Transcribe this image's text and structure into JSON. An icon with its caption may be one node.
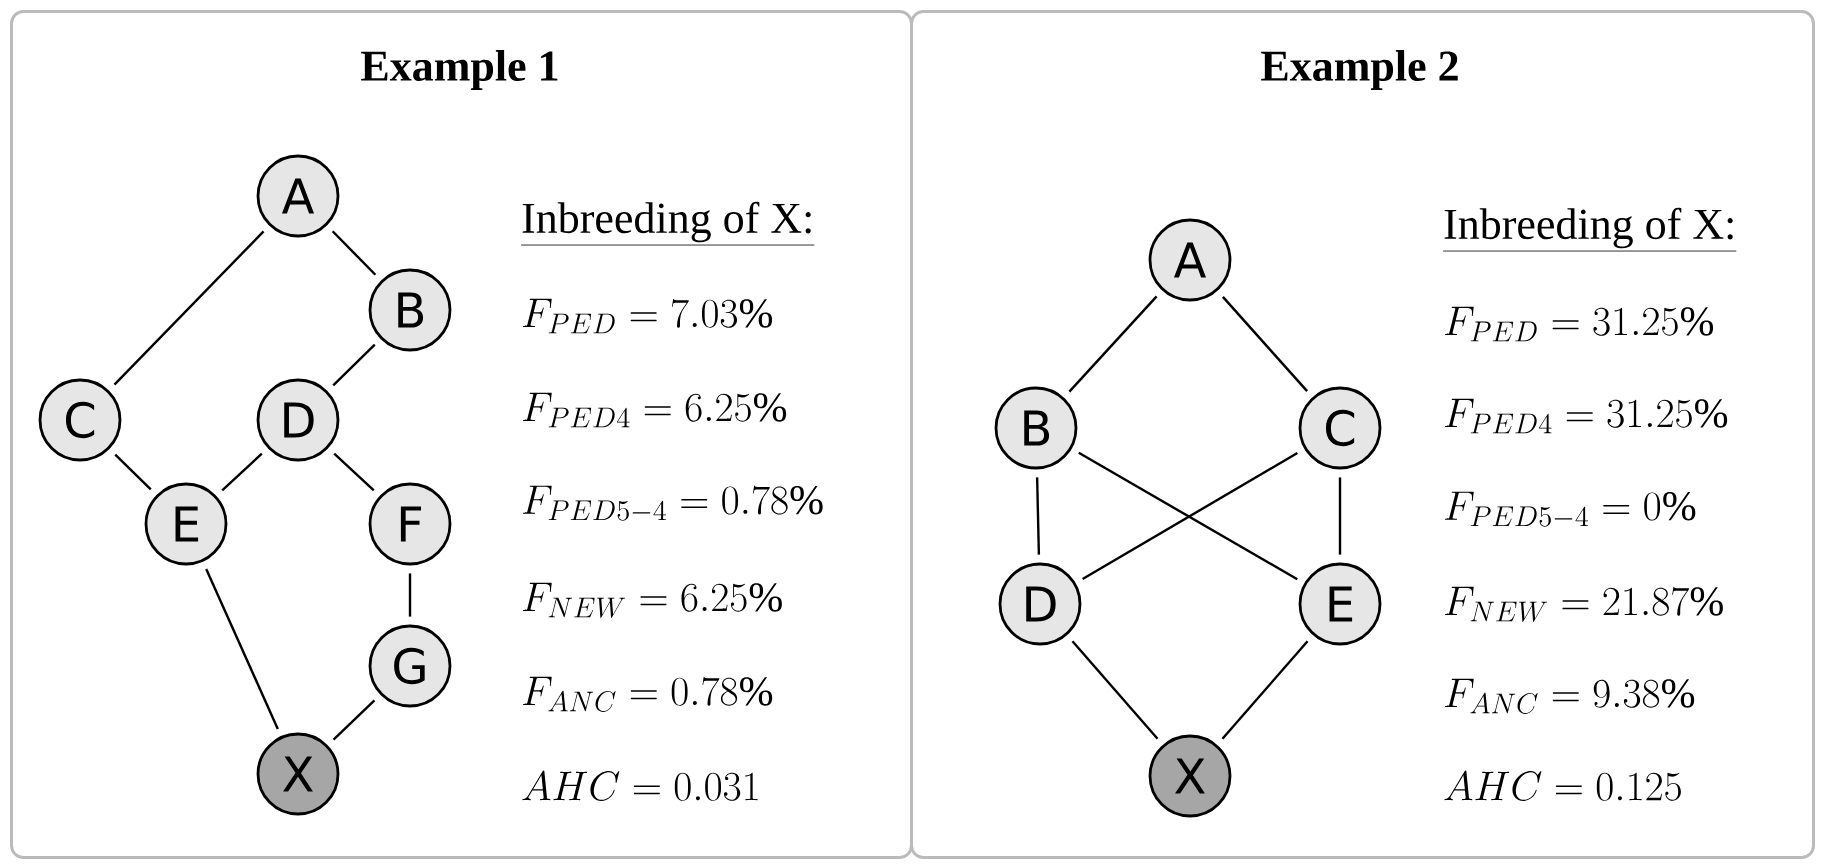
{
  "diagram": {
    "nodes": [
      {
        "text": [
          "Example 1"
        ]
      },
      {
        "text": [
          "A"
        ],
        "in": 0
      },
      {
        "text": [
          "B"
        ],
        "in": 0
      },
      {
        "text": [
          "C"
        ],
        "in": 0
      },
      {
        "text": [
          "D"
        ],
        "in": 0
      },
      {
        "text": [
          "E"
        ],
        "in": 0
      },
      {
        "text": [
          "F"
        ],
        "in": 0
      },
      {
        "text": [
          "G"
        ],
        "in": 0
      },
      {
        "text": [
          "X"
        ],
        "in": 0
      },
      {
        "text": [
          "Example 2"
        ]
      },
      {
        "text": [
          "A"
        ],
        "in": 9
      },
      {
        "text": [
          "B"
        ],
        "in": 9
      },
      {
        "text": [
          "C"
        ],
        "in": 9
      },
      {
        "text": [
          "D"
        ],
        "in": 9
      },
      {
        "text": [
          "E"
        ],
        "in": 9
      },
      {
        "text": [
          "X"
        ],
        "in": 9
      }
    ],
    "edges": [
      {
        "from": 1,
        "to": 3,
        "arrow": "none"
      },
      {
        "from": 1,
        "to": 2,
        "arrow": "none"
      },
      {
        "from": 2,
        "to": 4,
        "arrow": "none"
      },
      {
        "from": 3,
        "to": 5,
        "arrow": "none"
      },
      {
        "from": 4,
        "to": 5,
        "arrow": "none"
      },
      {
        "from": 4,
        "to": 6,
        "arrow": "none"
      },
      {
        "from": 6,
        "to": 7,
        "arrow": "none"
      },
      {
        "from": 5,
        "to": 8,
        "arrow": "none"
      },
      {
        "from": 7,
        "to": 8,
        "arrow": "none"
      },
      {
        "from": 10,
        "to": 11,
        "arrow": "none"
      },
      {
        "from": 10,
        "to": 12,
        "arrow": "none"
      },
      {
        "from": 11,
        "to": 13,
        "arrow": "none"
      },
      {
        "from": 11,
        "to": 14,
        "arrow": "none"
      },
      {
        "from": 12,
        "to": 13,
        "arrow": "none"
      },
      {
        "from": 12,
        "to": 14,
        "arrow": "none"
      },
      {
        "from": 13,
        "to": 15,
        "arrow": "none"
      },
      {
        "from": 14,
        "to": 15,
        "arrow": "none"
      }
    ],
    "labels": [
      "Inbreeding of X:",
      "F_{PED} = 7.03\\%",
      "F_{PED4} = 6.25\\%",
      "F_{PED5-4} = 0.78\\%",
      "F_{NEW} = 6.25\\%",
      "F_{ANC} = 0.78\\%",
      "AHC = 0.031",
      "Inbreeding of X:",
      "F_{PED} = 31.25\\%",
      "F_{PED4} = 31.25\\%",
      "F_{PED5-4} = 0\\%",
      "F_{NEW} = 21.87\\%",
      "F_{ANC} = 9.38\\%",
      "AHC = 0.125"
    ]
  }
}
